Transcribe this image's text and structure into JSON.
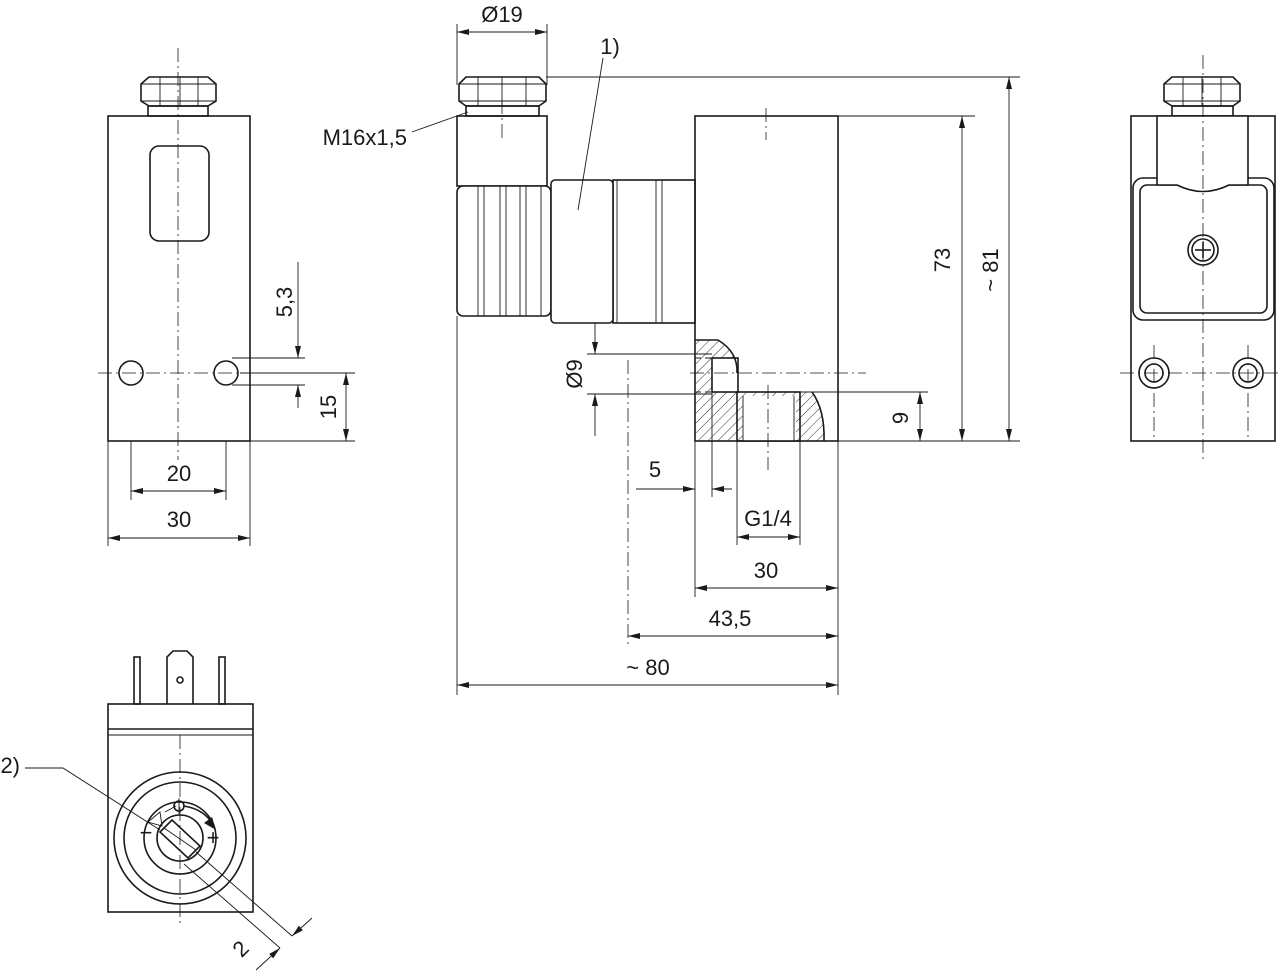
{
  "callouts": {
    "cable_connector": "1)",
    "adjust_screw": "2)"
  },
  "dims": {
    "left": {
      "hole_spacing": "20",
      "width": "30",
      "offset_small": "5,3",
      "hole_height": "15"
    },
    "front": {
      "plug_diameter": "Ø19",
      "thread": "M16x1,5",
      "body_height": "73",
      "total_height": "~ 81",
      "port_diameter": "Ø9",
      "port_height": "9",
      "port_offset": "5",
      "port_thread": "G1/4",
      "body_width": "30",
      "port_center": "43,5",
      "total_length": "~ 80"
    },
    "bottom": {
      "screw_play": "2"
    }
  },
  "symbols": {
    "minus": "−",
    "plus": "+"
  }
}
